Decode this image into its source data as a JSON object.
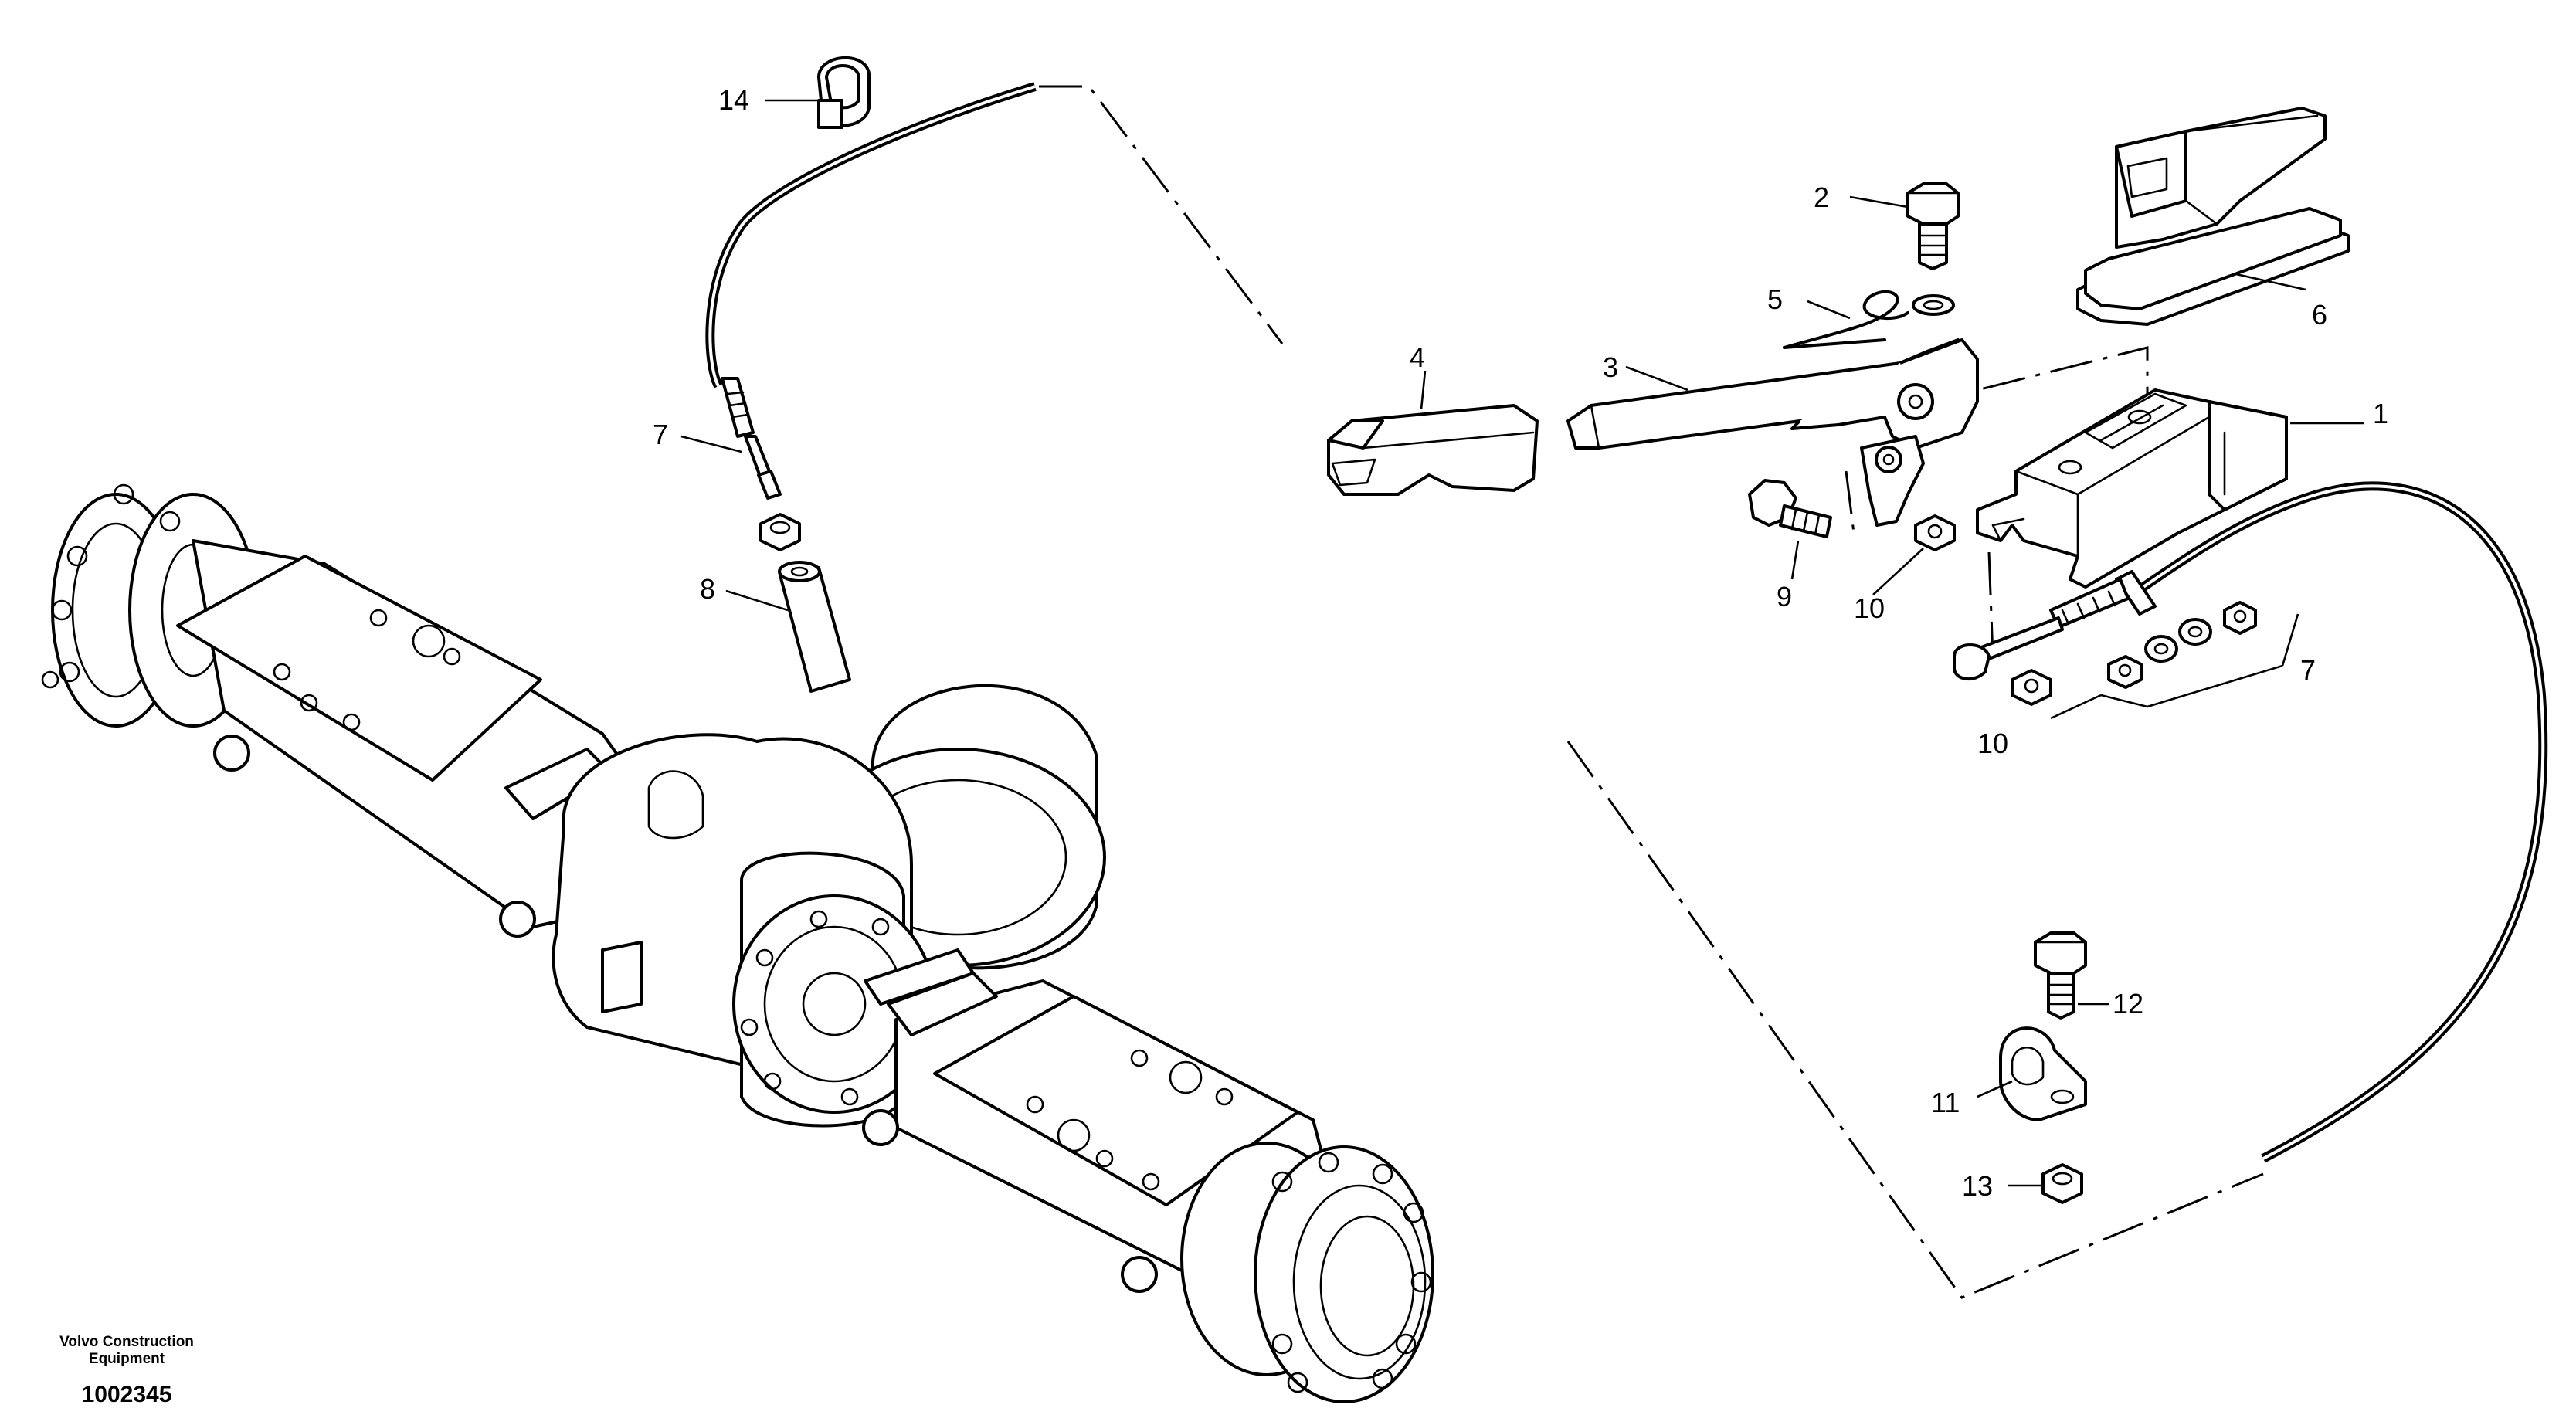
{
  "callouts": [
    "1",
    "2",
    "3",
    "4",
    "5",
    "6",
    "7",
    "7",
    "8",
    "9",
    "10",
    "10",
    "11",
    "12",
    "13",
    "14"
  ],
  "footer": {
    "brand_line1": "Volvo Construction",
    "brand_line2": "Equipment",
    "drawing_number": "1002345"
  }
}
